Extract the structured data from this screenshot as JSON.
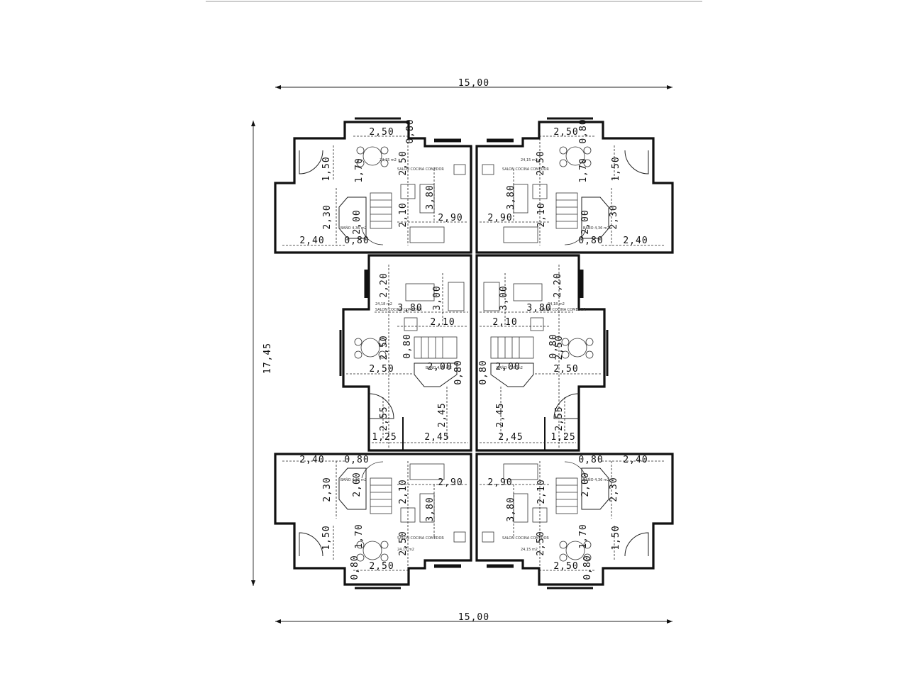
{
  "overall": {
    "width_top": "15,00",
    "width_bottom": "15,00",
    "height_left": "17,45"
  },
  "units": [
    {
      "id": "top-left",
      "dims": [
        "2,50",
        "0,80",
        "1,70",
        "1,50",
        "2,50",
        "3,80",
        "2,90",
        "2,30",
        "2,00",
        "2,10",
        "2,40",
        "0,80"
      ],
      "room_area": "24,15 m2",
      "room_name": "SALON COCINA COMEDOR",
      "bath_label": "BAÑO 4,36 m2"
    },
    {
      "id": "top-right",
      "dims": [
        "2,50",
        "0,80",
        "1,70",
        "1,50",
        "2,50",
        "3,80",
        "2,90",
        "2,30",
        "2,00",
        "2,10",
        "2,40",
        "0,80"
      ],
      "room_area": "24,15 m2",
      "room_name": "SALON COCINA COMEDOR",
      "bath_label": "BAÑO 4,36 m2"
    },
    {
      "id": "middle-left",
      "dims": [
        "2,20",
        "3,00",
        "3,80",
        "2,10",
        "0,80",
        "2,50",
        "2,50",
        "2,00",
        "0,80",
        "2,55",
        "2,45",
        "1,25",
        "2,45"
      ],
      "room_area": "24,18 m2",
      "room_name": "SALON COCINA COMEDOR",
      "bath_label": "BAÑO 4,36 m2"
    },
    {
      "id": "middle-right",
      "dims": [
        "2,20",
        "3,00",
        "3,80",
        "2,10",
        "0,80",
        "2,50",
        "2,50",
        "2,00",
        "0,80",
        "2,55",
        "2,45",
        "1,25",
        "2,45"
      ],
      "room_area": "24,18 m2",
      "room_name": "SALON COCINA COMEDOR",
      "bath_label": "BAÑO 4,36 m2"
    },
    {
      "id": "bottom-left",
      "dims": [
        "2,40",
        "0,80",
        "2,30",
        "2,00",
        "2,10",
        "2,90",
        "3,80",
        "1,50",
        "1,70",
        "2,50",
        "0,80",
        "2,50"
      ],
      "room_area": "24,15 m2",
      "room_name": "SALON COCINA COMEDOR",
      "bath_label": "BAÑO 4,36 m2"
    },
    {
      "id": "bottom-right",
      "dims": [
        "2,40",
        "0,80",
        "2,30",
        "2,00",
        "2,10",
        "2,90",
        "3,80",
        "1,50",
        "1,70",
        "2,50",
        "0,80",
        "2,50"
      ],
      "room_area": "24,15 m2",
      "room_name": "SALON COCINA COMEDOR",
      "bath_label": "BAÑO 4,36 m2"
    }
  ]
}
